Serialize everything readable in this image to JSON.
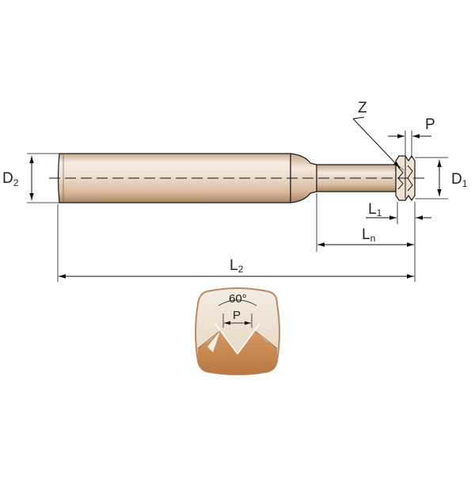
{
  "labels": {
    "d2": "D",
    "d2_sub": "2",
    "d1": "D",
    "d1_sub": "1",
    "z": "Z",
    "p": "P",
    "l1": "L",
    "l1_sub": "1",
    "ln": "L",
    "ln_sub": "n",
    "l2": "L",
    "l2_sub": "2",
    "thread_angle": "60°",
    "thread_pitch": "P"
  },
  "colors": {
    "shank_light": "#f3e7da",
    "shank_mid": "#d9bda3",
    "shank_dark": "#a9825f",
    "coating": "#c9864f",
    "profile_bg": "#e9ddc9",
    "outline": "#1a1a1a"
  }
}
